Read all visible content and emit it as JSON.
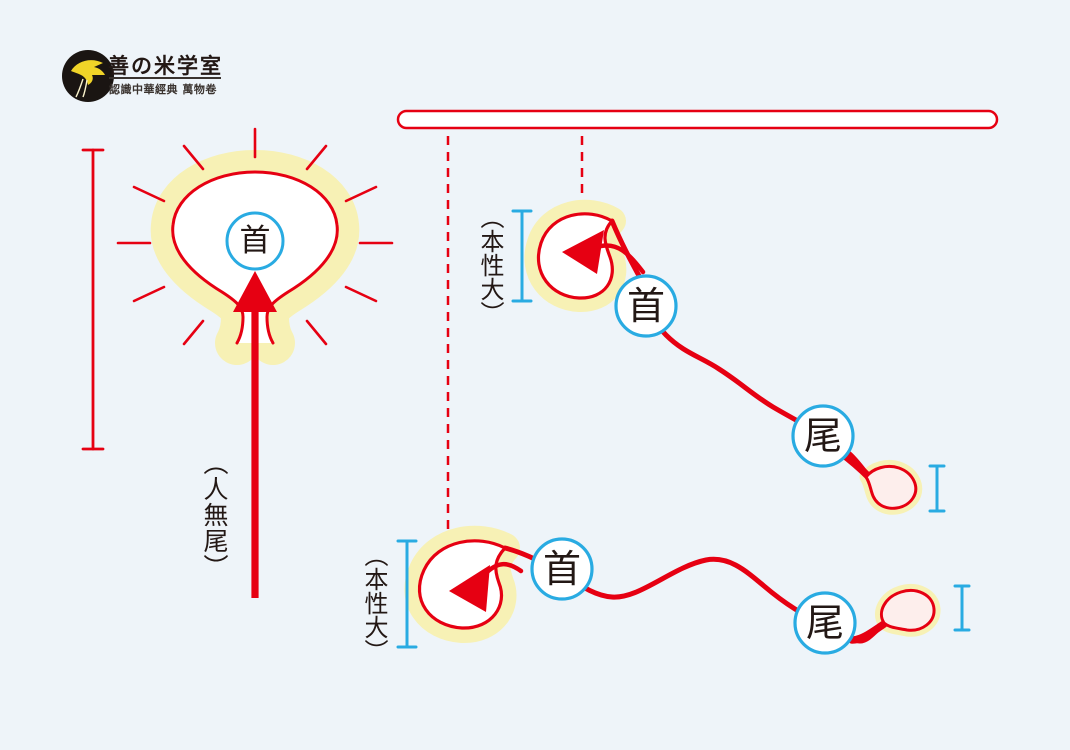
{
  "logo": {
    "title": "善の米学室",
    "subtitle": "認識中華經典 萬物卷",
    "icon": "swallow-bird-icon"
  },
  "diagram": {
    "balloon": {
      "head_label": "首",
      "annotation": "（人無尾）"
    },
    "stroke_top": {
      "head_label": "首",
      "tail_label": "尾",
      "annotation": "（本性大）"
    },
    "stroke_bottom": {
      "head_label": "首",
      "tail_label": "尾",
      "annotation": "（本性大）"
    }
  },
  "colors": {
    "background": "#eef4f9",
    "stroke_red": "#e60012",
    "accent_blue": "#29abe2",
    "glow_yellow": "#f7f1b5",
    "ink": "#231815",
    "tail_fill": "#fdeeec",
    "bird_yellow": "#f0d428"
  }
}
